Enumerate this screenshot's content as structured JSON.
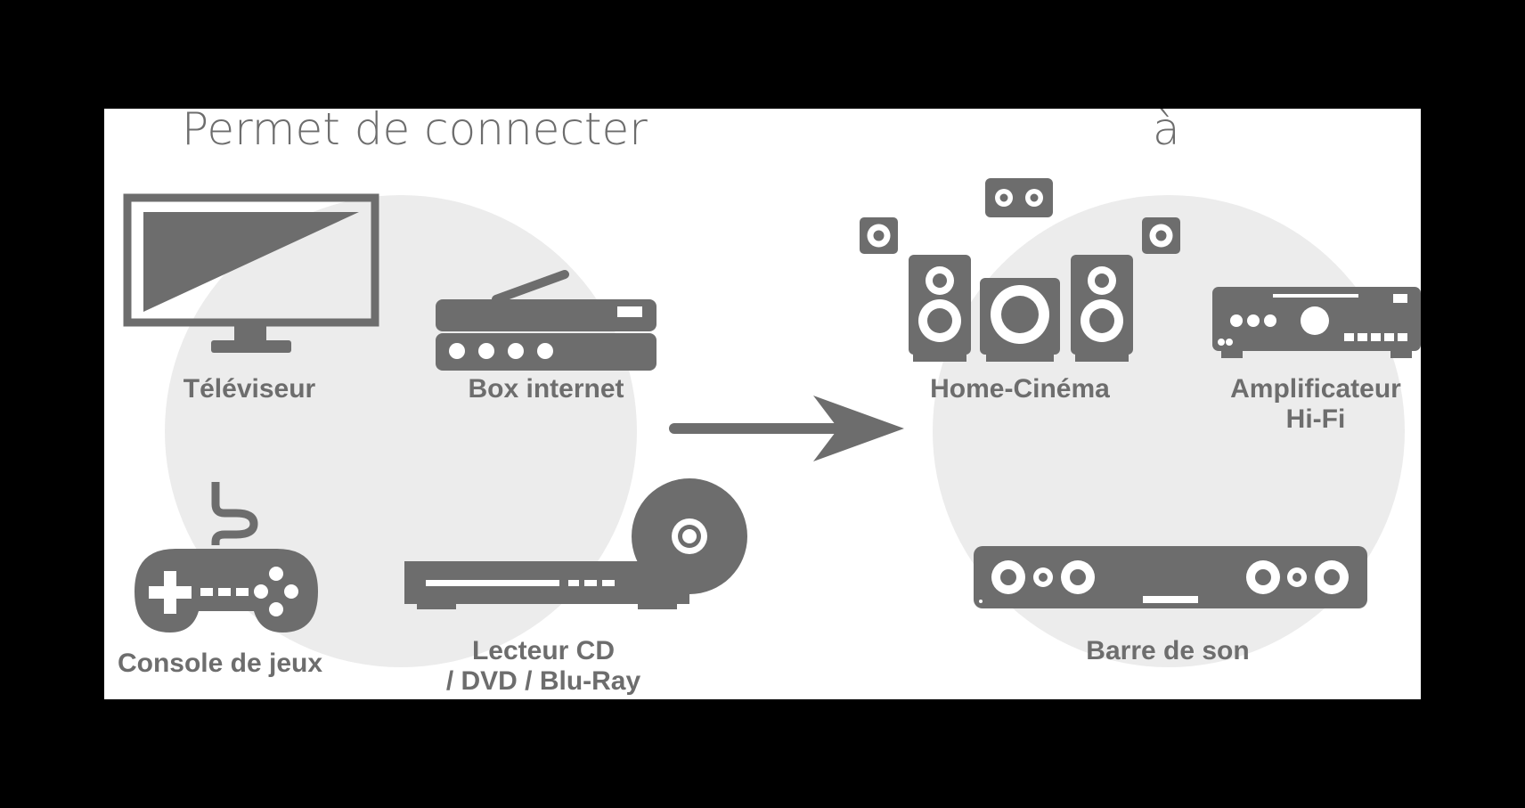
{
  "heading_left": "Permet de connecter",
  "heading_right": "à",
  "colors": {
    "icon": "#6d6d6d",
    "circle": "#ececec",
    "frame": "#000000",
    "panel": "#ffffff"
  },
  "sources": [
    {
      "icon": "tv-icon",
      "label": "Téléviseur"
    },
    {
      "icon": "router-icon",
      "label": "Box internet"
    },
    {
      "icon": "gamepad-icon",
      "label": "Console de jeux"
    },
    {
      "icon": "disc-player-icon",
      "label_line1": "Lecteur CD",
      "label_line2": "/ DVD / Blu-Ray"
    }
  ],
  "targets": [
    {
      "icon": "speaker-system-icon",
      "label": "Home-Cinéma"
    },
    {
      "icon": "amplifier-icon",
      "label_line1": "Amplificateur",
      "label_line2": "Hi-Fi"
    },
    {
      "icon": "soundbar-icon",
      "label": "Barre de son"
    }
  ],
  "connector_icon": "arrow-right-icon"
}
